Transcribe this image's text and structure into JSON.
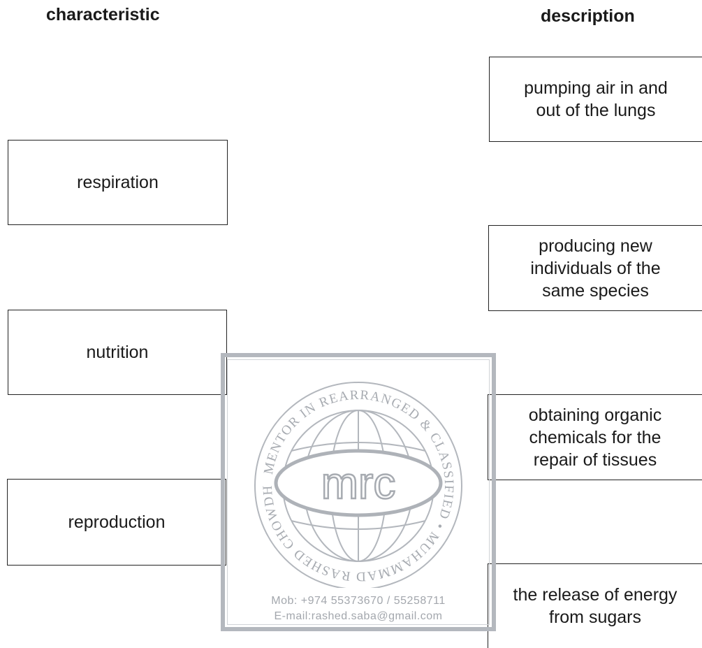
{
  "headings": {
    "left": "characteristic",
    "right": "description"
  },
  "characteristics": [
    "respiration",
    "nutrition",
    "reproduction"
  ],
  "descriptions": [
    [
      "pumping air in and",
      "out of the lungs"
    ],
    [
      "producing new",
      "individuals of the",
      "same species"
    ],
    [
      "obtaining organic",
      "chemicals for the",
      "repair of tissues"
    ],
    [
      "the release of energy",
      "from sugars"
    ]
  ],
  "stamp": {
    "logo_text": "mrc",
    "ring_text": "MENTOR IN REARRANGED & CLASSIFIED • MUHAMMAD RASHED CHOWDHURY •",
    "mobile": "Mob:  +974 55373670 / 55258711",
    "email": "E-mail:rashed.saba@gmail.com"
  },
  "colors": {
    "text": "#1a1a1a",
    "border": "#222222",
    "stamp": "#a3a7ad"
  }
}
